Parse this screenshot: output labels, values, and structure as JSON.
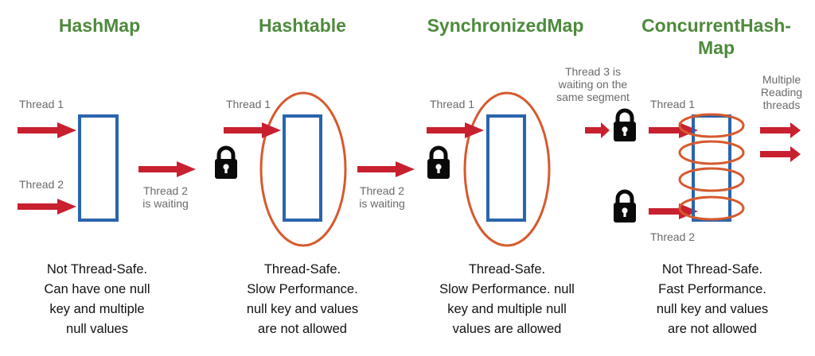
{
  "titles": {
    "hashmap": "HashMap",
    "hashtable": "Hashtable",
    "synchronizedmap": "SynchronizedMap",
    "concurrenthashmap": [
      "ConcurrentHash-",
      "Map"
    ]
  },
  "labels": {
    "hm_thread1": "Thread 1",
    "hm_thread2": "Thread 2",
    "ht_thread1": "Thread 1",
    "ht_thread2_waiting": [
      "Thread 2",
      "is waiting"
    ],
    "sm_thread1": "Thread 1",
    "sm_thread2_waiting": [
      "Thread 2",
      "is waiting"
    ],
    "chm_thread3": [
      "Thread 3 is",
      "waiting on the",
      "same segment"
    ],
    "chm_thread1": "Thread 1",
    "chm_thread2": "Thread 2",
    "chm_multiple": [
      "Multiple",
      "Reading",
      "threads"
    ]
  },
  "descriptions": {
    "hashmap": [
      "Not Thread-Safe.",
      "Can have one null",
      "key and multiple",
      "null values"
    ],
    "hashtable": [
      "Thread-Safe.",
      "Slow Performance.",
      "null key and values",
      "are not allowed"
    ],
    "synchronizedmap": [
      "Thread-Safe.",
      "Slow Performance. null",
      "key and multiple null",
      "values are allowed"
    ],
    "concurrenthashmap": [
      "Not Thread-Safe.",
      "Fast Performance.",
      "null key and values",
      "are not allowed"
    ]
  },
  "icons": [
    "arrow-icon",
    "lock-icon"
  ],
  "colors": {
    "title": "#4d8a3c",
    "arrow": "#c8202f",
    "rect": "#2a64ad",
    "ellipse": "#d65a2e",
    "lock": "#0a0a0a",
    "label": "#6a6a6a",
    "text": "#111111"
  }
}
